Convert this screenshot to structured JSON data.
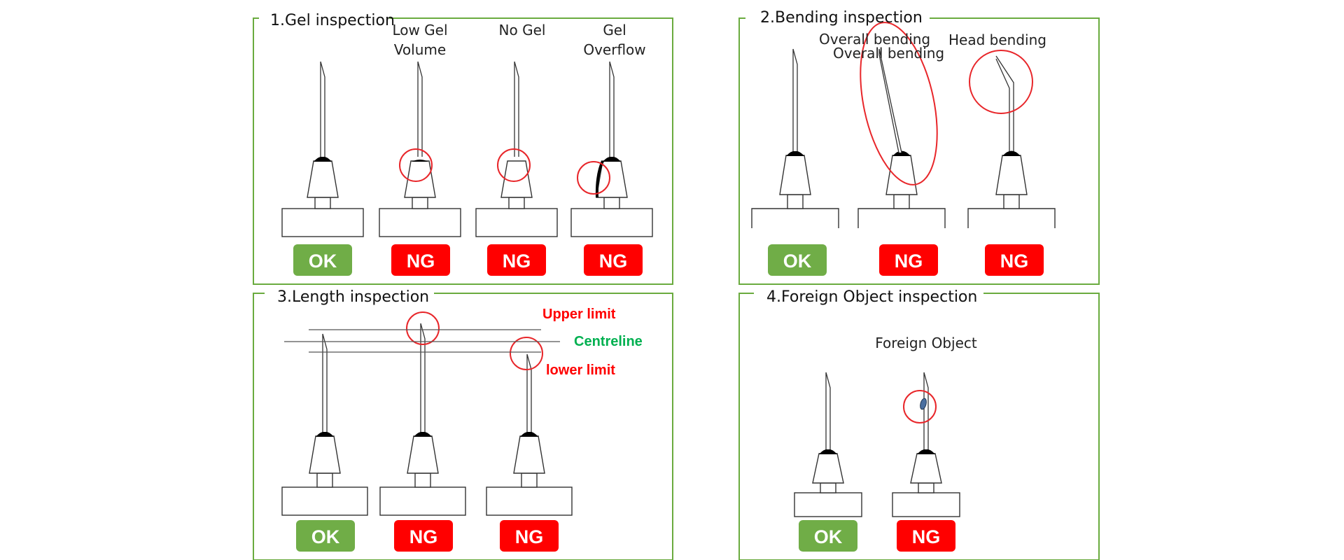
{
  "colors": {
    "frame": "#6aab3f",
    "ok": "#70ad47",
    "ng": "#ff0000",
    "circle": "#e8262a",
    "centreline": "#00b050",
    "limit": "#ff0000",
    "foreign_object": "#4a6fa0",
    "line": "#333333"
  },
  "badges": {
    "ok": "OK",
    "ng": "NG"
  },
  "panels": {
    "gel": {
      "title": "1.Gel inspection",
      "labels": {
        "low_gel_1": "Low Gel",
        "low_gel_2": "Volume",
        "no_gel": "No Gel",
        "overflow_1": "Gel",
        "overflow_2": "Overflow"
      }
    },
    "bending": {
      "title": "2.Bending inspection",
      "labels": {
        "overall_1": "Overall bending",
        "overall_2": "Overall bending",
        "head": "Head bending"
      }
    },
    "length": {
      "title": "3.Length inspection",
      "labels": {
        "upper": "Upper limit",
        "centre": "Centreline",
        "lower": "lower limit"
      }
    },
    "foreign": {
      "title": "4.Foreign Object inspection",
      "labels": {
        "object": "Foreign Object"
      }
    }
  }
}
